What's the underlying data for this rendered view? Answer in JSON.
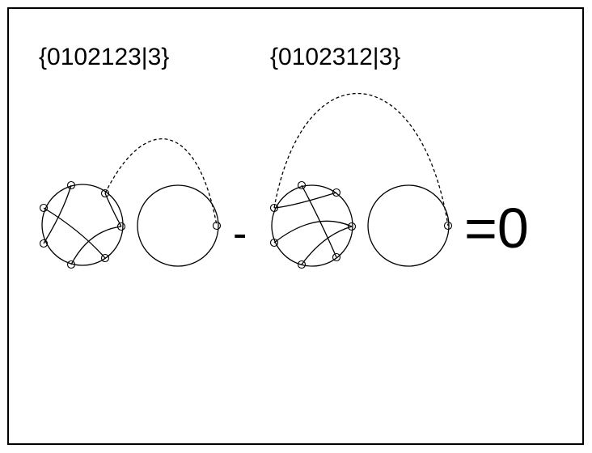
{
  "equation": {
    "term1_label": "{0102123|3}",
    "term2_label": "{0102312|3}",
    "operator": "-",
    "result": "=0"
  }
}
